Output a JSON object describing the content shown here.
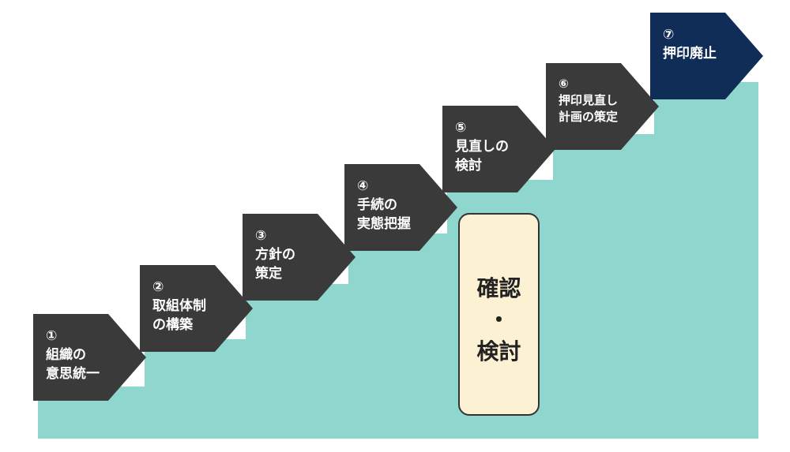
{
  "colors": {
    "step_fill": "#8fd6cf",
    "chevron": "#3a3a3a",
    "final_chevron": "#0f2d57",
    "review_bg": "#fcf1d2"
  },
  "steps": [
    {
      "num": "①",
      "line1": "組織の",
      "line2": "意思統一"
    },
    {
      "num": "②",
      "line1": "取組体制",
      "line2": "の構築"
    },
    {
      "num": "③",
      "line1": "方針の",
      "line2": "策定"
    },
    {
      "num": "④",
      "line1": "手続の",
      "line2": "実態把握"
    },
    {
      "num": "⑤",
      "line1": "見直しの",
      "line2": "検討"
    },
    {
      "num": "⑥",
      "line1": "押印見直し",
      "line2": "計画の策定"
    },
    {
      "num": "⑦",
      "line1": "押印廃止",
      "line2": ""
    }
  ],
  "review": {
    "line1": "確認",
    "line2": "・",
    "line3": "検討"
  }
}
